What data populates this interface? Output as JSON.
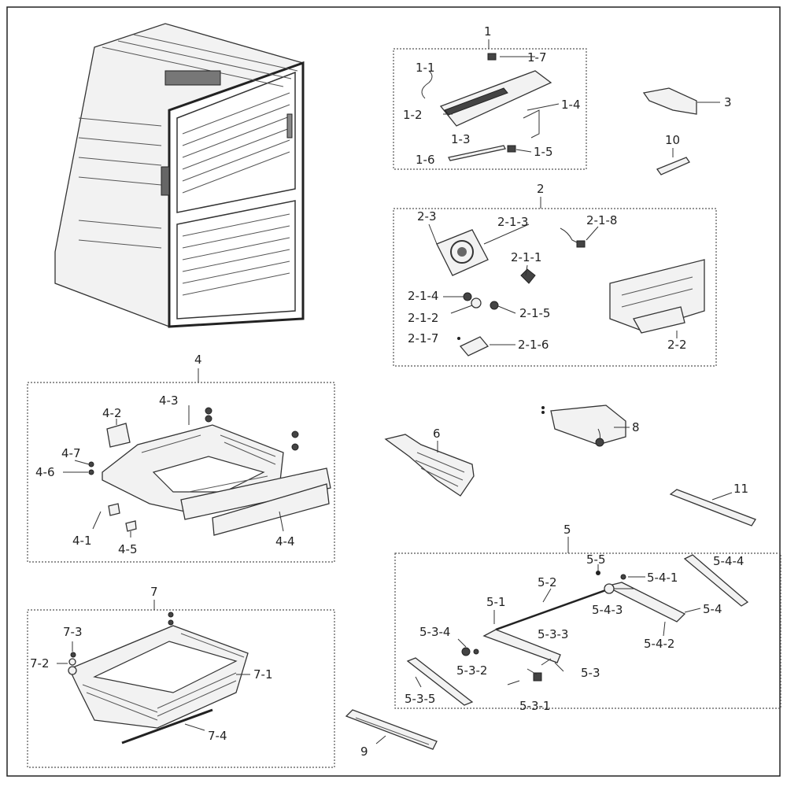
{
  "labels": {
    "g1": "1",
    "g1_1": "1-1",
    "g1_2": "1-2",
    "g1_3": "1-3",
    "g1_4": "1-4",
    "g1_5": "1-5",
    "g1_6": "1-6",
    "g1_7": "1-7",
    "g2": "2",
    "g2_1_1": "2-1-1",
    "g2_1_2": "2-1-2",
    "g2_1_3": "2-1-3",
    "g2_1_4": "2-1-4",
    "g2_1_5": "2-1-5",
    "g2_1_6": "2-1-6",
    "g2_1_7": "2-1-7",
    "g2_1_8": "2-1-8",
    "g2_2": "2-2",
    "g2_3": "2-3",
    "g3": "3",
    "g10": "10",
    "g4": "4",
    "g4_1": "4-1",
    "g4_2": "4-2",
    "g4_3": "4-3",
    "g4_4": "4-4",
    "g4_5": "4-5",
    "g4_6": "4-6",
    "g4_7": "4-7",
    "g6": "6",
    "g8": "8",
    "g11": "11",
    "g5": "5",
    "g5_1": "5-1",
    "g5_2": "5-2",
    "g5_3": "5-3",
    "g5_3_1": "5-3-1",
    "g5_3_2": "5-3-2",
    "g5_3_3": "5-3-3",
    "g5_3_4": "5-3-4",
    "g5_3_5": "5-3-5",
    "g5_4": "5-4",
    "g5_4_1": "5-4-1",
    "g5_4_2": "5-4-2",
    "g5_4_3": "5-4-3",
    "g5_4_4": "5-4-4",
    "g5_5": "5-5",
    "g7": "7",
    "g7_1": "7-1",
    "g7_2": "7-2",
    "g7_3": "7-3",
    "g7_4": "7-4",
    "g9": "9"
  }
}
